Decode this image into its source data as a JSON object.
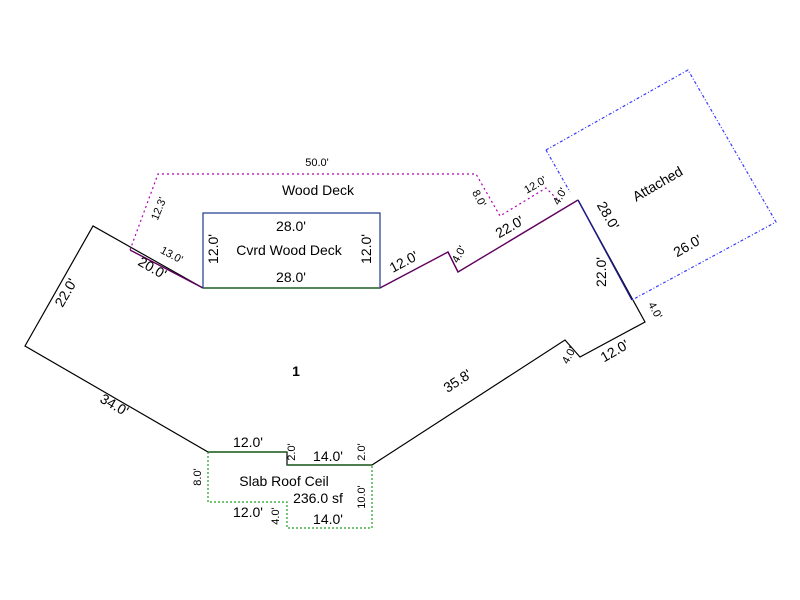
{
  "areas": {
    "main": "1",
    "wood_deck": "Wood Deck",
    "covered_deck": "Cvrd Wood Deck",
    "attached": "Attached",
    "slab": "Slab Roof Ceil",
    "slab_area": "236.0 sf"
  },
  "dims": {
    "m_22_left": "22.0'",
    "m_34": "34.0'",
    "m_20": "20.0'",
    "m_12_right_of_cvrd": "12.0'",
    "m_4_notch": "4.0'",
    "m_22_upper": "22.0'",
    "m_28_right": "28.0'",
    "m_22_right": "22.0'",
    "m_12_bottom_right": "12.0'",
    "m_4_bottom_right": "4.0'",
    "m_35_8": "35.8'",
    "cv_top": "28.0'",
    "cv_bottom": "28.0'",
    "cv_left": "12.0'",
    "cv_right": "12.0'",
    "wd_50": "50.0'",
    "wd_12_3": "12.3'",
    "wd_13": "13.0'",
    "wd_8": "8.0'",
    "wd_12": "12.0'",
    "wd_4": "4.0'",
    "at_26": "26.0'",
    "at_4": "4.0'",
    "sl_12_top": "12.0'",
    "sl_2_left": "2.0'",
    "sl_14_top": "14.0'",
    "sl_2_right": "2.0'",
    "sl_8": "8.0'",
    "sl_10": "10.0'",
    "sl_12_bottom": "12.0'",
    "sl_4": "4.0'",
    "sl_14_bottom": "14.0'"
  },
  "colors": {
    "main_outline": "#000000",
    "wood_deck_outline": "#b000b0",
    "covered_deck_outline": "#1a3a8a",
    "attached_outline": "#3a3aff",
    "slab_outline": "#20a020",
    "shared_edge_purple": "#600060",
    "shared_edge_green": "#2a6a2a"
  }
}
